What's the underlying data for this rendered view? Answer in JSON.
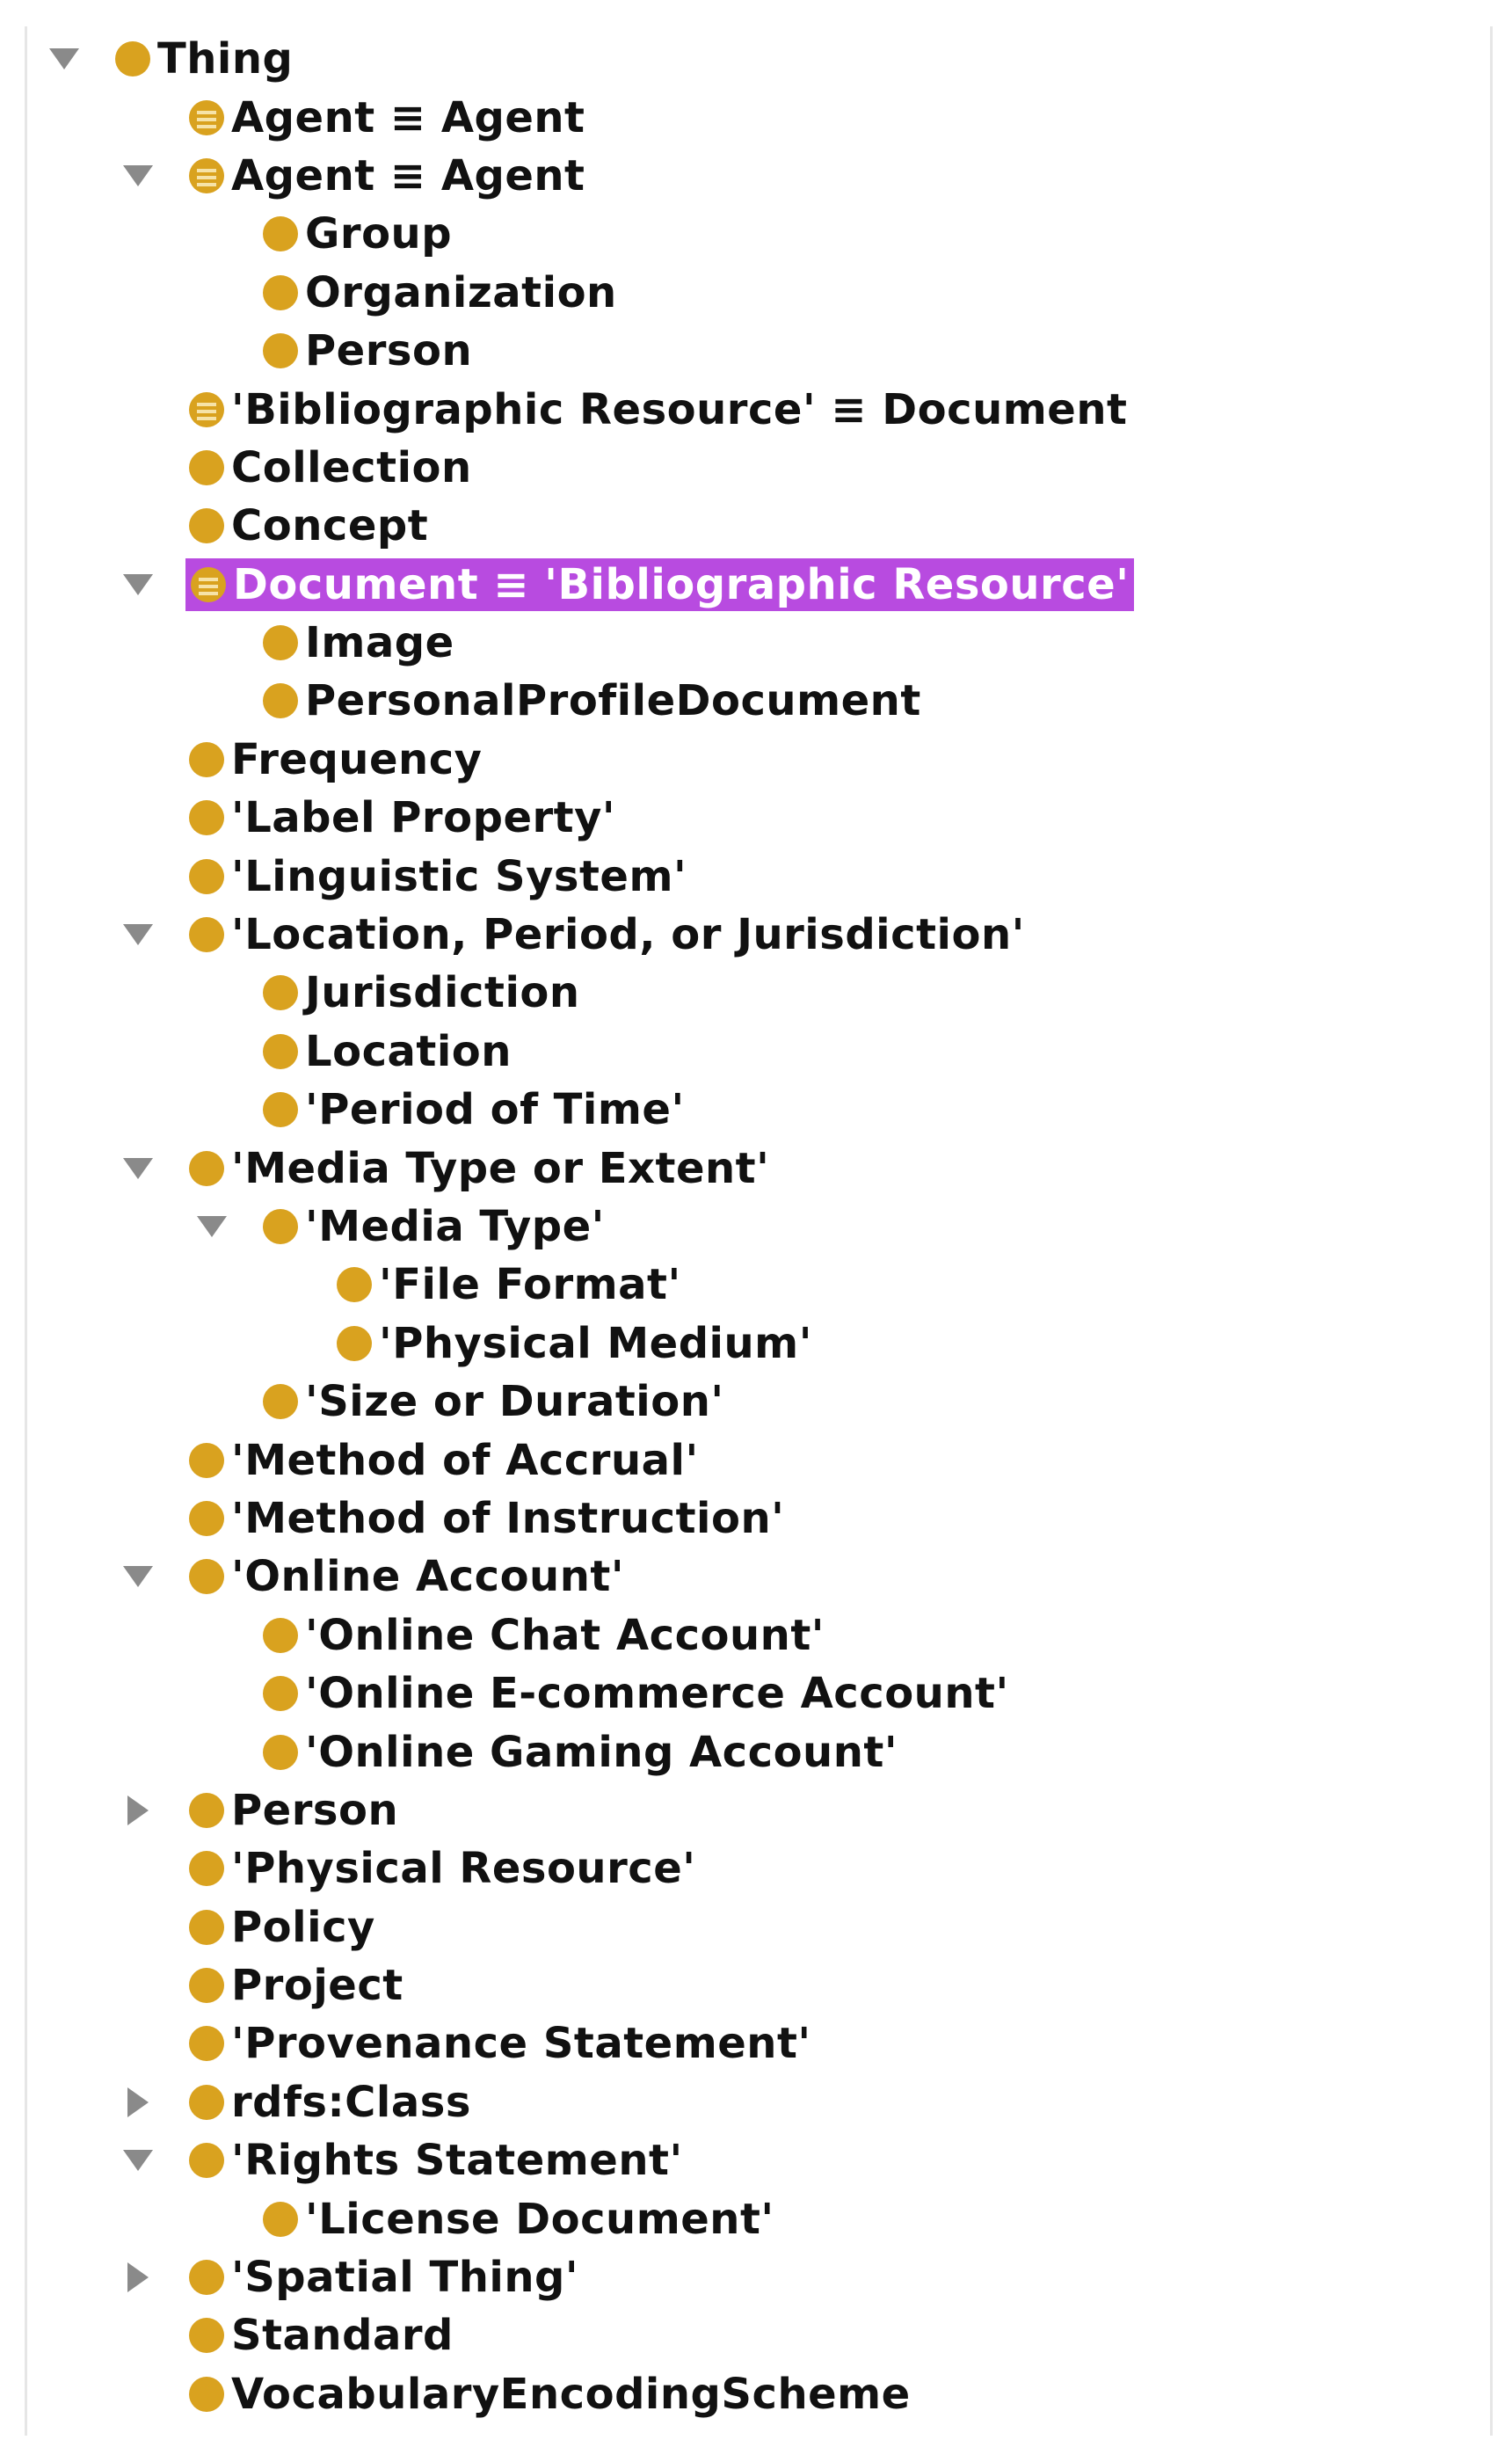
{
  "tree": {
    "rows": [
      {
        "label": "Thing",
        "level": 0,
        "toggle": "down",
        "equiv": false
      },
      {
        "label": "Agent ≡ Agent",
        "level": 1,
        "toggle": "none",
        "equiv": true
      },
      {
        "label": "Agent ≡ Agent",
        "level": 1,
        "toggle": "down",
        "equiv": true
      },
      {
        "label": "Group",
        "level": 2,
        "toggle": "none",
        "equiv": false
      },
      {
        "label": "Organization",
        "level": 2,
        "toggle": "none",
        "equiv": false
      },
      {
        "label": "Person",
        "level": 2,
        "toggle": "none",
        "equiv": false
      },
      {
        "label": "'Bibliographic Resource' ≡ Document",
        "level": 1,
        "toggle": "none",
        "equiv": true
      },
      {
        "label": "Collection",
        "level": 1,
        "toggle": "none",
        "equiv": false
      },
      {
        "label": "Concept",
        "level": 1,
        "toggle": "none",
        "equiv": false
      },
      {
        "label": "Document ≡ 'Bibliographic Resource'",
        "level": 1,
        "toggle": "down",
        "equiv": true,
        "selected": true
      },
      {
        "label": "Image",
        "level": 2,
        "toggle": "none",
        "equiv": false
      },
      {
        "label": "PersonalProfileDocument",
        "level": 2,
        "toggle": "none",
        "equiv": false
      },
      {
        "label": "Frequency",
        "level": 1,
        "toggle": "none",
        "equiv": false
      },
      {
        "label": "'Label Property'",
        "level": 1,
        "toggle": "none",
        "equiv": false
      },
      {
        "label": "'Linguistic System'",
        "level": 1,
        "toggle": "none",
        "equiv": false
      },
      {
        "label": "'Location, Period, or Jurisdiction'",
        "level": 1,
        "toggle": "down",
        "equiv": false
      },
      {
        "label": "Jurisdiction",
        "level": 2,
        "toggle": "none",
        "equiv": false
      },
      {
        "label": "Location",
        "level": 2,
        "toggle": "none",
        "equiv": false
      },
      {
        "label": "'Period of Time'",
        "level": 2,
        "toggle": "none",
        "equiv": false
      },
      {
        "label": "'Media Type or Extent'",
        "level": 1,
        "toggle": "down",
        "equiv": false
      },
      {
        "label": "'Media Type'",
        "level": 2,
        "toggle": "down",
        "equiv": false
      },
      {
        "label": "'File Format'",
        "level": 3,
        "toggle": "none",
        "equiv": false
      },
      {
        "label": "'Physical Medium'",
        "level": 3,
        "toggle": "none",
        "equiv": false
      },
      {
        "label": "'Size or Duration'",
        "level": 2,
        "toggle": "none",
        "equiv": false
      },
      {
        "label": "'Method of Accrual'",
        "level": 1,
        "toggle": "none",
        "equiv": false
      },
      {
        "label": "'Method of Instruction'",
        "level": 1,
        "toggle": "none",
        "equiv": false
      },
      {
        "label": "'Online Account'",
        "level": 1,
        "toggle": "down",
        "equiv": false
      },
      {
        "label": "'Online Chat Account'",
        "level": 2,
        "toggle": "none",
        "equiv": false
      },
      {
        "label": "'Online E-commerce Account'",
        "level": 2,
        "toggle": "none",
        "equiv": false
      },
      {
        "label": "'Online Gaming Account'",
        "level": 2,
        "toggle": "none",
        "equiv": false
      },
      {
        "label": "Person",
        "level": 1,
        "toggle": "right",
        "equiv": false
      },
      {
        "label": "'Physical Resource'",
        "level": 1,
        "toggle": "none",
        "equiv": false
      },
      {
        "label": "Policy",
        "level": 1,
        "toggle": "none",
        "equiv": false
      },
      {
        "label": "Project",
        "level": 1,
        "toggle": "none",
        "equiv": false
      },
      {
        "label": "'Provenance Statement'",
        "level": 1,
        "toggle": "none",
        "equiv": false
      },
      {
        "label": "rdfs:Class",
        "level": 1,
        "toggle": "right",
        "equiv": false
      },
      {
        "label": "'Rights Statement'",
        "level": 1,
        "toggle": "down",
        "equiv": false
      },
      {
        "label": "'License Document'",
        "level": 2,
        "toggle": "none",
        "equiv": false
      },
      {
        "label": "'Spatial Thing'",
        "level": 1,
        "toggle": "right",
        "equiv": false
      },
      {
        "label": "Standard",
        "level": 1,
        "toggle": "none",
        "equiv": false
      },
      {
        "label": "VocabularyEncodingScheme",
        "level": 1,
        "toggle": "none",
        "equiv": false
      }
    ]
  },
  "colors": {
    "class_icon": "#d9a21f",
    "selection": "#b84be0",
    "toggle": "#8a8a8a"
  }
}
